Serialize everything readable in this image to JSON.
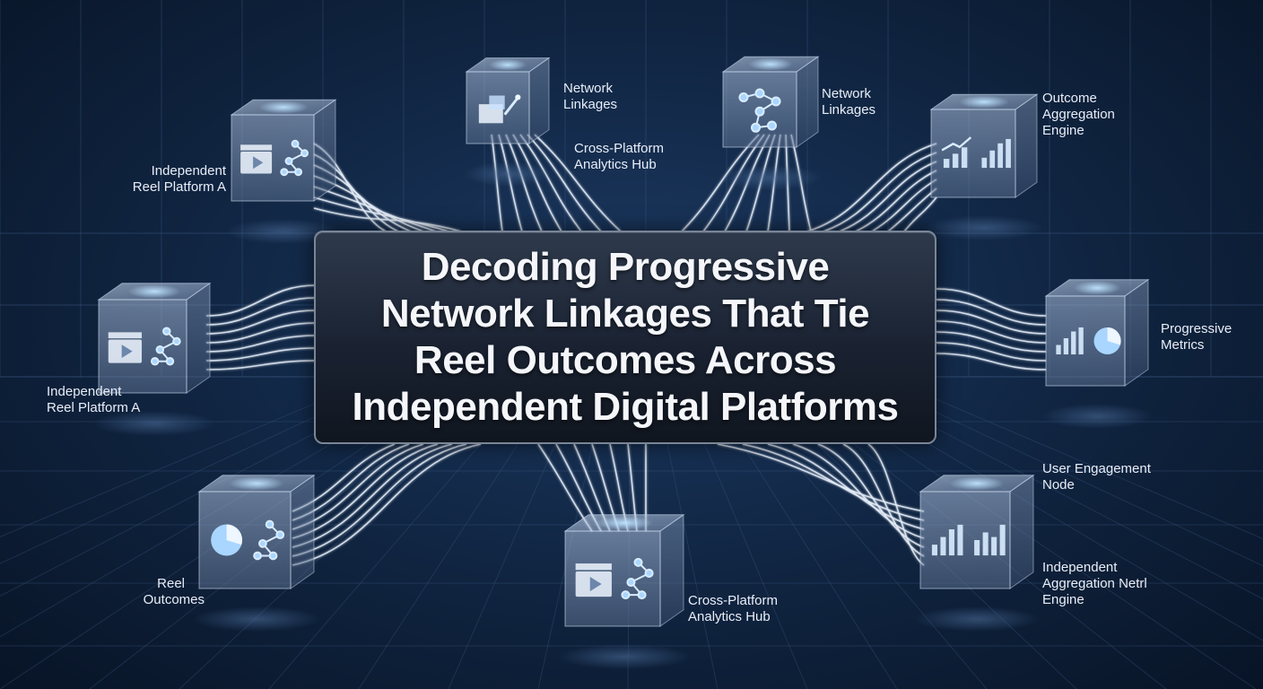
{
  "title": {
    "lines": [
      "Decoding Progressive",
      "Network Linkages That Tie",
      "Reel Outcomes Across",
      "Independent Digital Platforms"
    ]
  },
  "nodes": [
    {
      "id": "platform-a-top",
      "label_lines": [
        "Independent",
        "Reel Platform A"
      ],
      "icon": "clapperboard-and-network-icon"
    },
    {
      "id": "network-linkages-left",
      "label_lines": [
        "Network",
        "Linkages"
      ],
      "icon": "folder-and-pen-icon"
    },
    {
      "id": "analytics-hub-top",
      "label_lines": [
        "Cross-Platform",
        "Analytics Hub"
      ],
      "icon": ""
    },
    {
      "id": "network-linkages-right",
      "label_lines": [
        "Network",
        "Linkages"
      ],
      "icon": "network-tree-icon"
    },
    {
      "id": "outcome-aggregation",
      "label_lines": [
        "Outcome",
        "Aggregation",
        "Engine"
      ],
      "icon": "bar-chart-trend-icon"
    },
    {
      "id": "platform-a-mid",
      "label_lines": [
        "Independent",
        "Reel Platform A"
      ],
      "icon": "clapperboard-and-network-icon"
    },
    {
      "id": "progressive-metrics",
      "label_lines": [
        "Progressive",
        "Metrics"
      ],
      "icon": "bar-and-pie-chart-icon"
    },
    {
      "id": "reel-outcomes",
      "label_lines": [
        "Reel",
        "Outcomes"
      ],
      "icon": "pie-chart-and-network-icon"
    },
    {
      "id": "analytics-hub-bottom",
      "label_lines": [
        "Cross-Platform",
        "Analytics Hub"
      ],
      "icon": "clapperboard-and-network-icon"
    },
    {
      "id": "user-engagement",
      "label_lines": [
        "User Engagement",
        "Node"
      ],
      "icon": "bar-chart-icon"
    },
    {
      "id": "aggregation-netrl",
      "label_lines": [
        "Independent",
        "Aggregation Netrl",
        "Engine"
      ],
      "icon": ""
    }
  ],
  "colors": {
    "background": "#112745",
    "line": "#dfe8f5",
    "cube_face": "#8fa4c2",
    "icon": "#d6eaff",
    "title_text": "#f4f6fa"
  }
}
